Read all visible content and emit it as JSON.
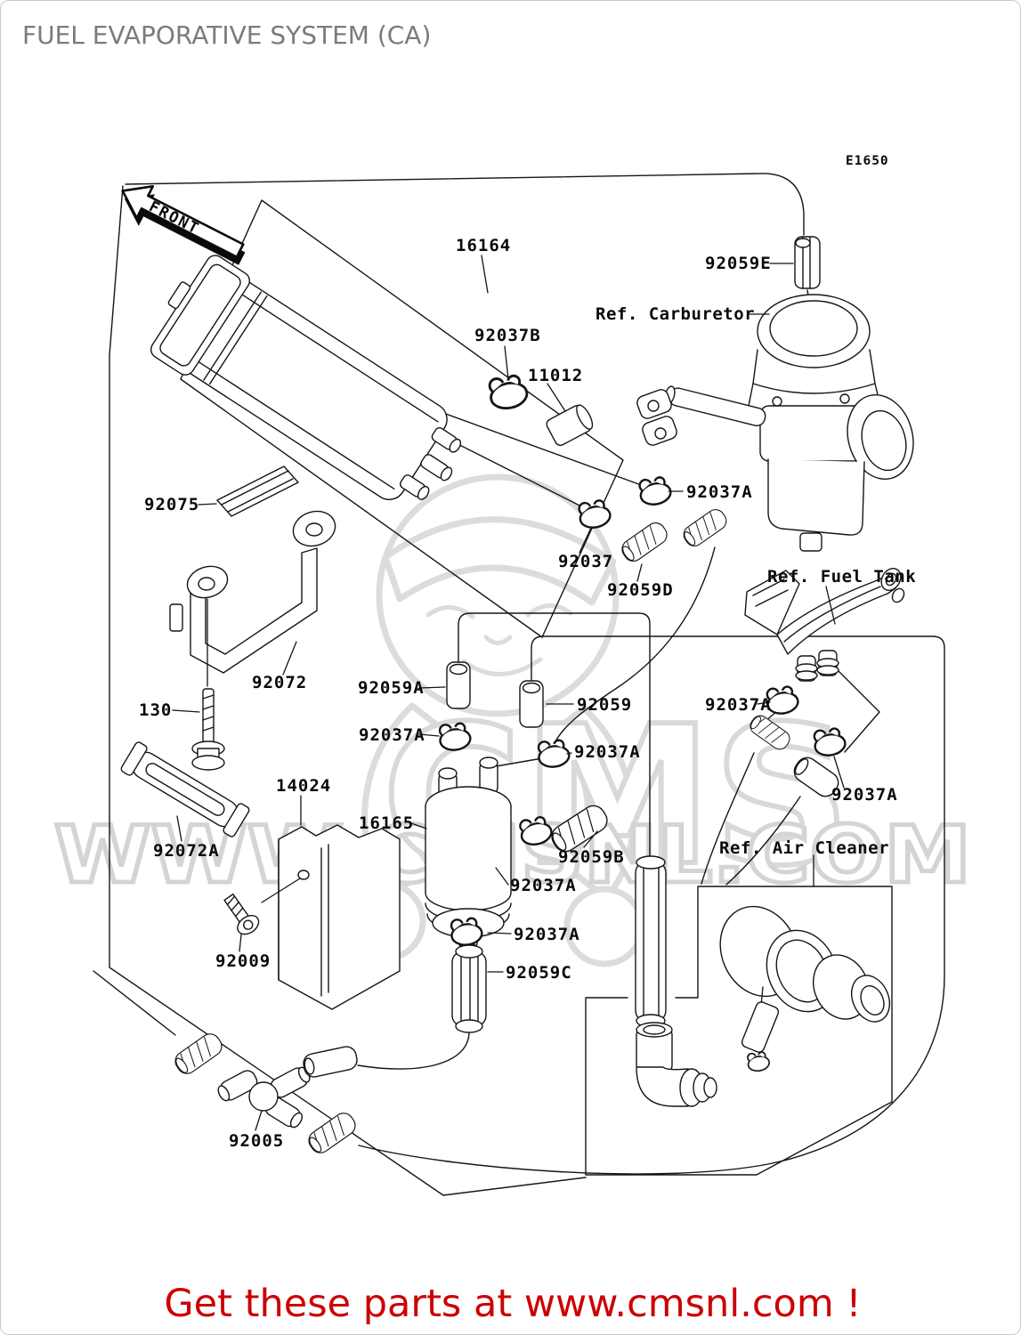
{
  "title": {
    "text": "FUEL EVAPORATIVE SYSTEM (CA)"
  },
  "diagram": {
    "front_marker": "FRONT",
    "callouts": [
      {
        "label": "E1650"
      },
      {
        "label": "16164"
      },
      {
        "label": "92059E"
      },
      {
        "label": "Ref. Carburetor"
      },
      {
        "label": "92037B"
      },
      {
        "label": "11012"
      },
      {
        "label": "92037A"
      },
      {
        "label": "92075"
      },
      {
        "label": "92037"
      },
      {
        "label": "Ref. Fuel Tank"
      },
      {
        "label": "92059D"
      },
      {
        "label": "92072"
      },
      {
        "label": "92059A"
      },
      {
        "label": "92059"
      },
      {
        "label": "130"
      },
      {
        "label": "92037A"
      },
      {
        "label": "92037A"
      },
      {
        "label": "92037A"
      },
      {
        "label": "14024"
      },
      {
        "label": "16165"
      },
      {
        "label": "92037A"
      },
      {
        "label": "92072A"
      },
      {
        "label": "Ref. Air Cleaner"
      },
      {
        "label": "92059B"
      },
      {
        "label": "92037A"
      },
      {
        "label": "92009"
      },
      {
        "label": "92037A"
      },
      {
        "label": "92059C"
      },
      {
        "label": "92005"
      }
    ]
  },
  "watermark": {
    "brand_text": "CMS",
    "site_text": "WWW.CMSNL.COM"
  },
  "footer": {
    "message": "Get these parts at www.cmsnl.com !",
    "color": "#cc0000"
  },
  "palette": {
    "line": "#151515",
    "title_gray": "#7b7b7b",
    "watermark_gray": "#d9d9d9",
    "footer_red": "#cc0000"
  }
}
